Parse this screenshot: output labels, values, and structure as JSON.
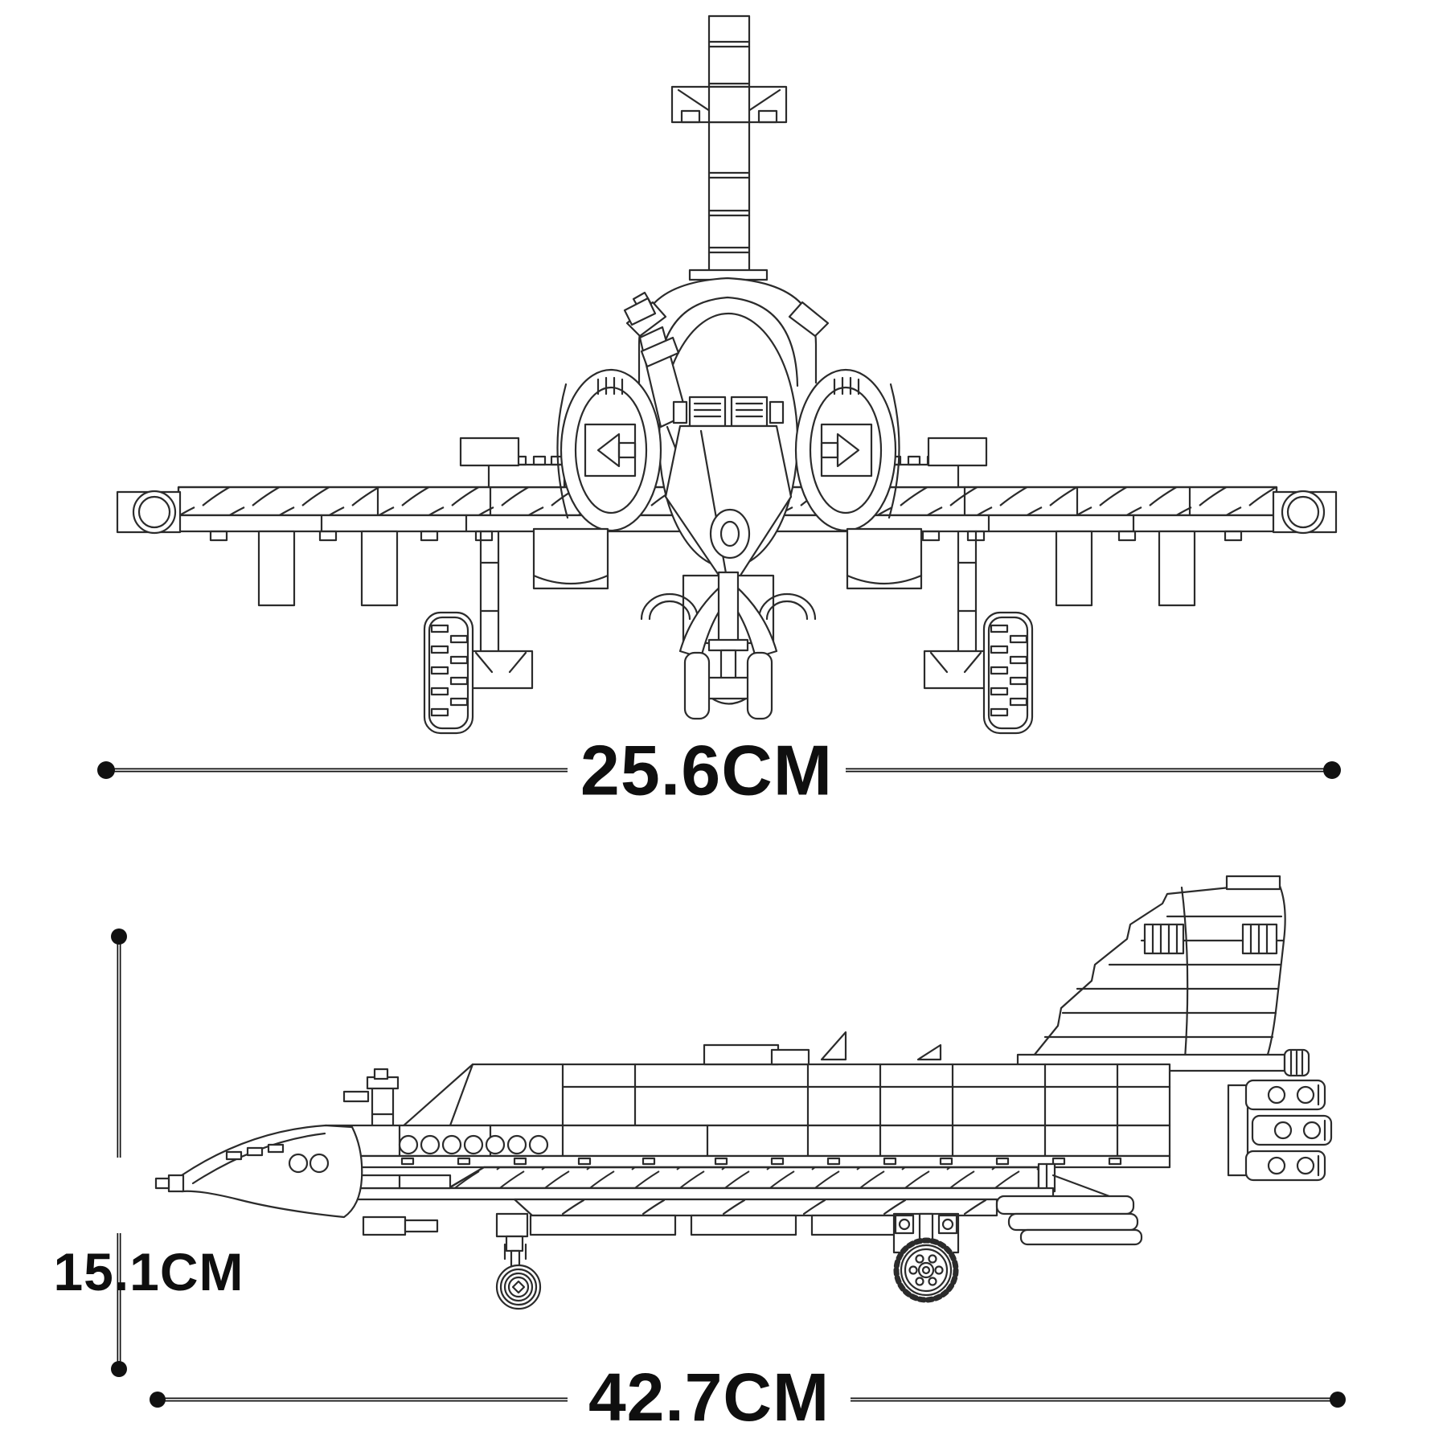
{
  "page": {
    "background": "#ffffff",
    "drawing_line_color": "#2b2b2b",
    "dimension_line_color": "#111111"
  },
  "diagram": {
    "type": "product-dimension-drawing",
    "subject": "brick-built-fighter-jet",
    "views": [
      "front-view",
      "side-view"
    ],
    "dimensions": {
      "front_width": {
        "label": "25.6CM",
        "orientation": "horizontal",
        "applies_to": "front-view wingspan"
      },
      "side_height": {
        "label": "15.1CM",
        "orientation": "vertical",
        "applies_to": "side-view height"
      },
      "side_length": {
        "label": "42.7CM",
        "orientation": "horizontal",
        "applies_to": "side-view length"
      }
    }
  }
}
